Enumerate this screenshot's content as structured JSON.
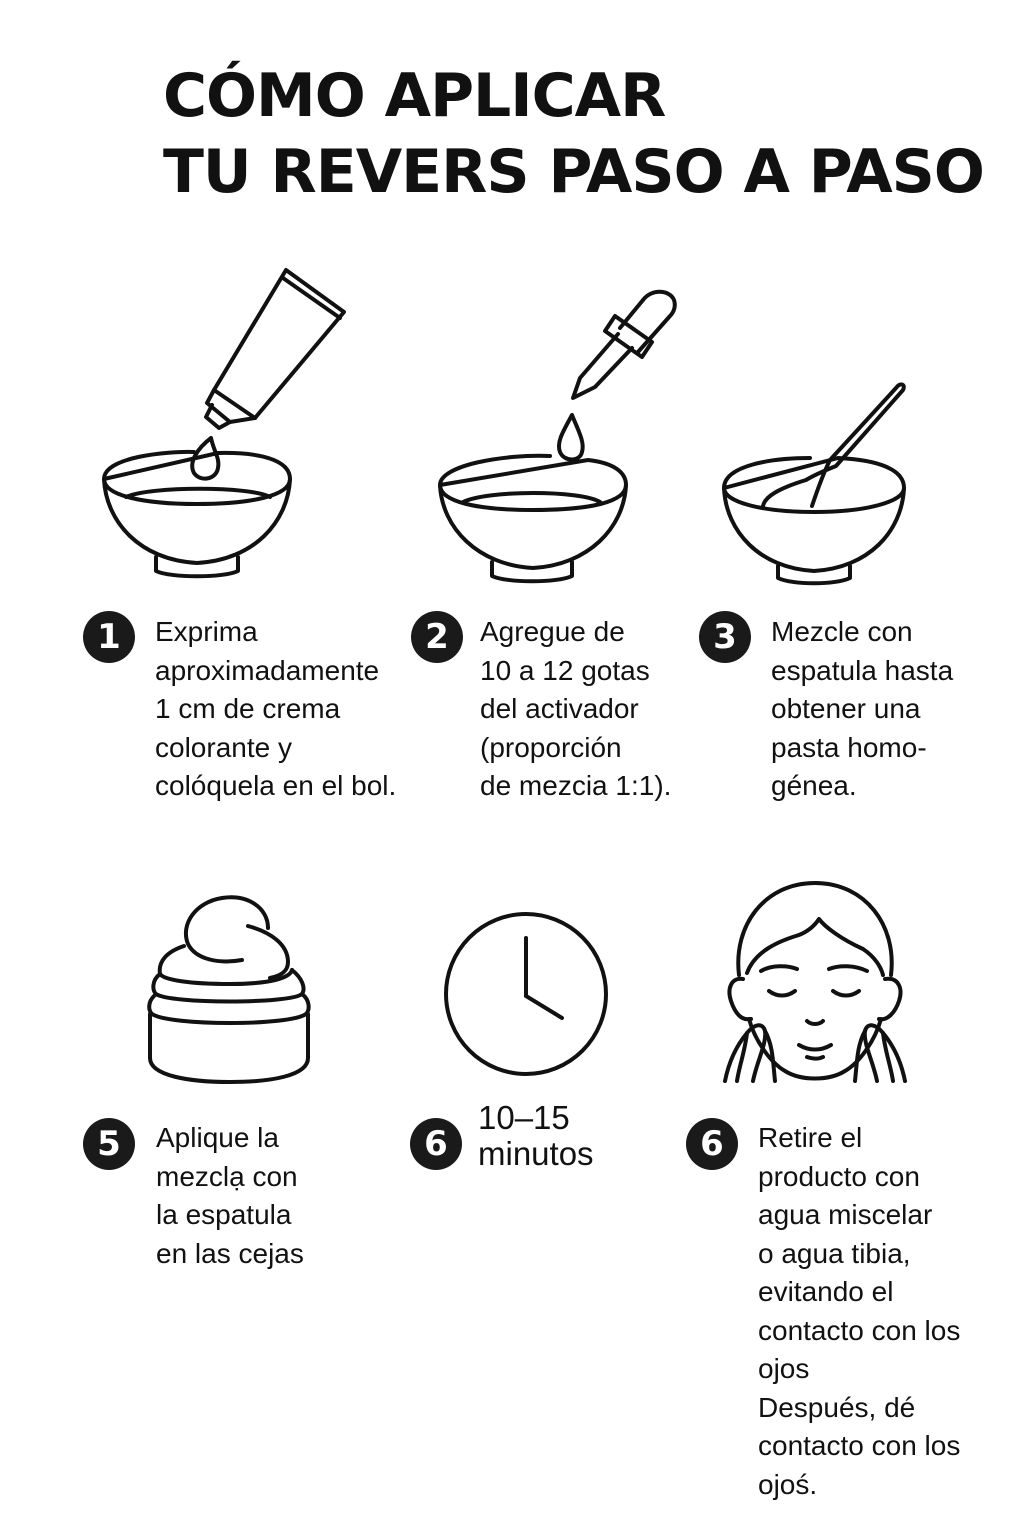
{
  "title": {
    "line1": "CÓMO APLICAR",
    "line2": "TU REVERS PASO A PASO"
  },
  "colors": {
    "ink": "#111111",
    "badge_bg": "#1a1a1a",
    "badge_text": "#ffffff",
    "background": "#ffffff"
  },
  "steps": [
    {
      "number": "1",
      "icon": "tube-squeezing-into-bowl-icon",
      "lines": [
        "Exprima",
        "aproximadamente",
        "1 cm de crema",
        "colorante y",
        "colóquela en el bol."
      ]
    },
    {
      "number": "2",
      "icon": "dropper-into-bowl-icon",
      "lines": [
        "Agregue de",
        "10 a 12 gotas",
        "del activador",
        "(proporción",
        "de mezcia 1:1)."
      ]
    },
    {
      "number": "3",
      "icon": "bowl-with-spatula-icon",
      "lines": [
        "Mezcle con",
        "espatula hasta",
        "obtener una",
        "pasta homo-",
        "génea."
      ]
    },
    {
      "number": "5",
      "icon": "cream-jar-icon",
      "lines": [
        "Aplique la",
        "mezclạ con",
        "la espatula",
        "en las cejas"
      ]
    },
    {
      "number": "6",
      "icon": "clock-icon",
      "lines": [
        "10–15",
        "minutos"
      ]
    },
    {
      "number": "6",
      "icon": "face-washing-icon",
      "lines": [
        "Retire el",
        "producto con",
        "agua miscelar",
        "o agua tibia,",
        "evitando el",
        "contacto con los",
        "ojos",
        "Después, dé",
        "contacto con los",
        "ojoś."
      ]
    }
  ]
}
